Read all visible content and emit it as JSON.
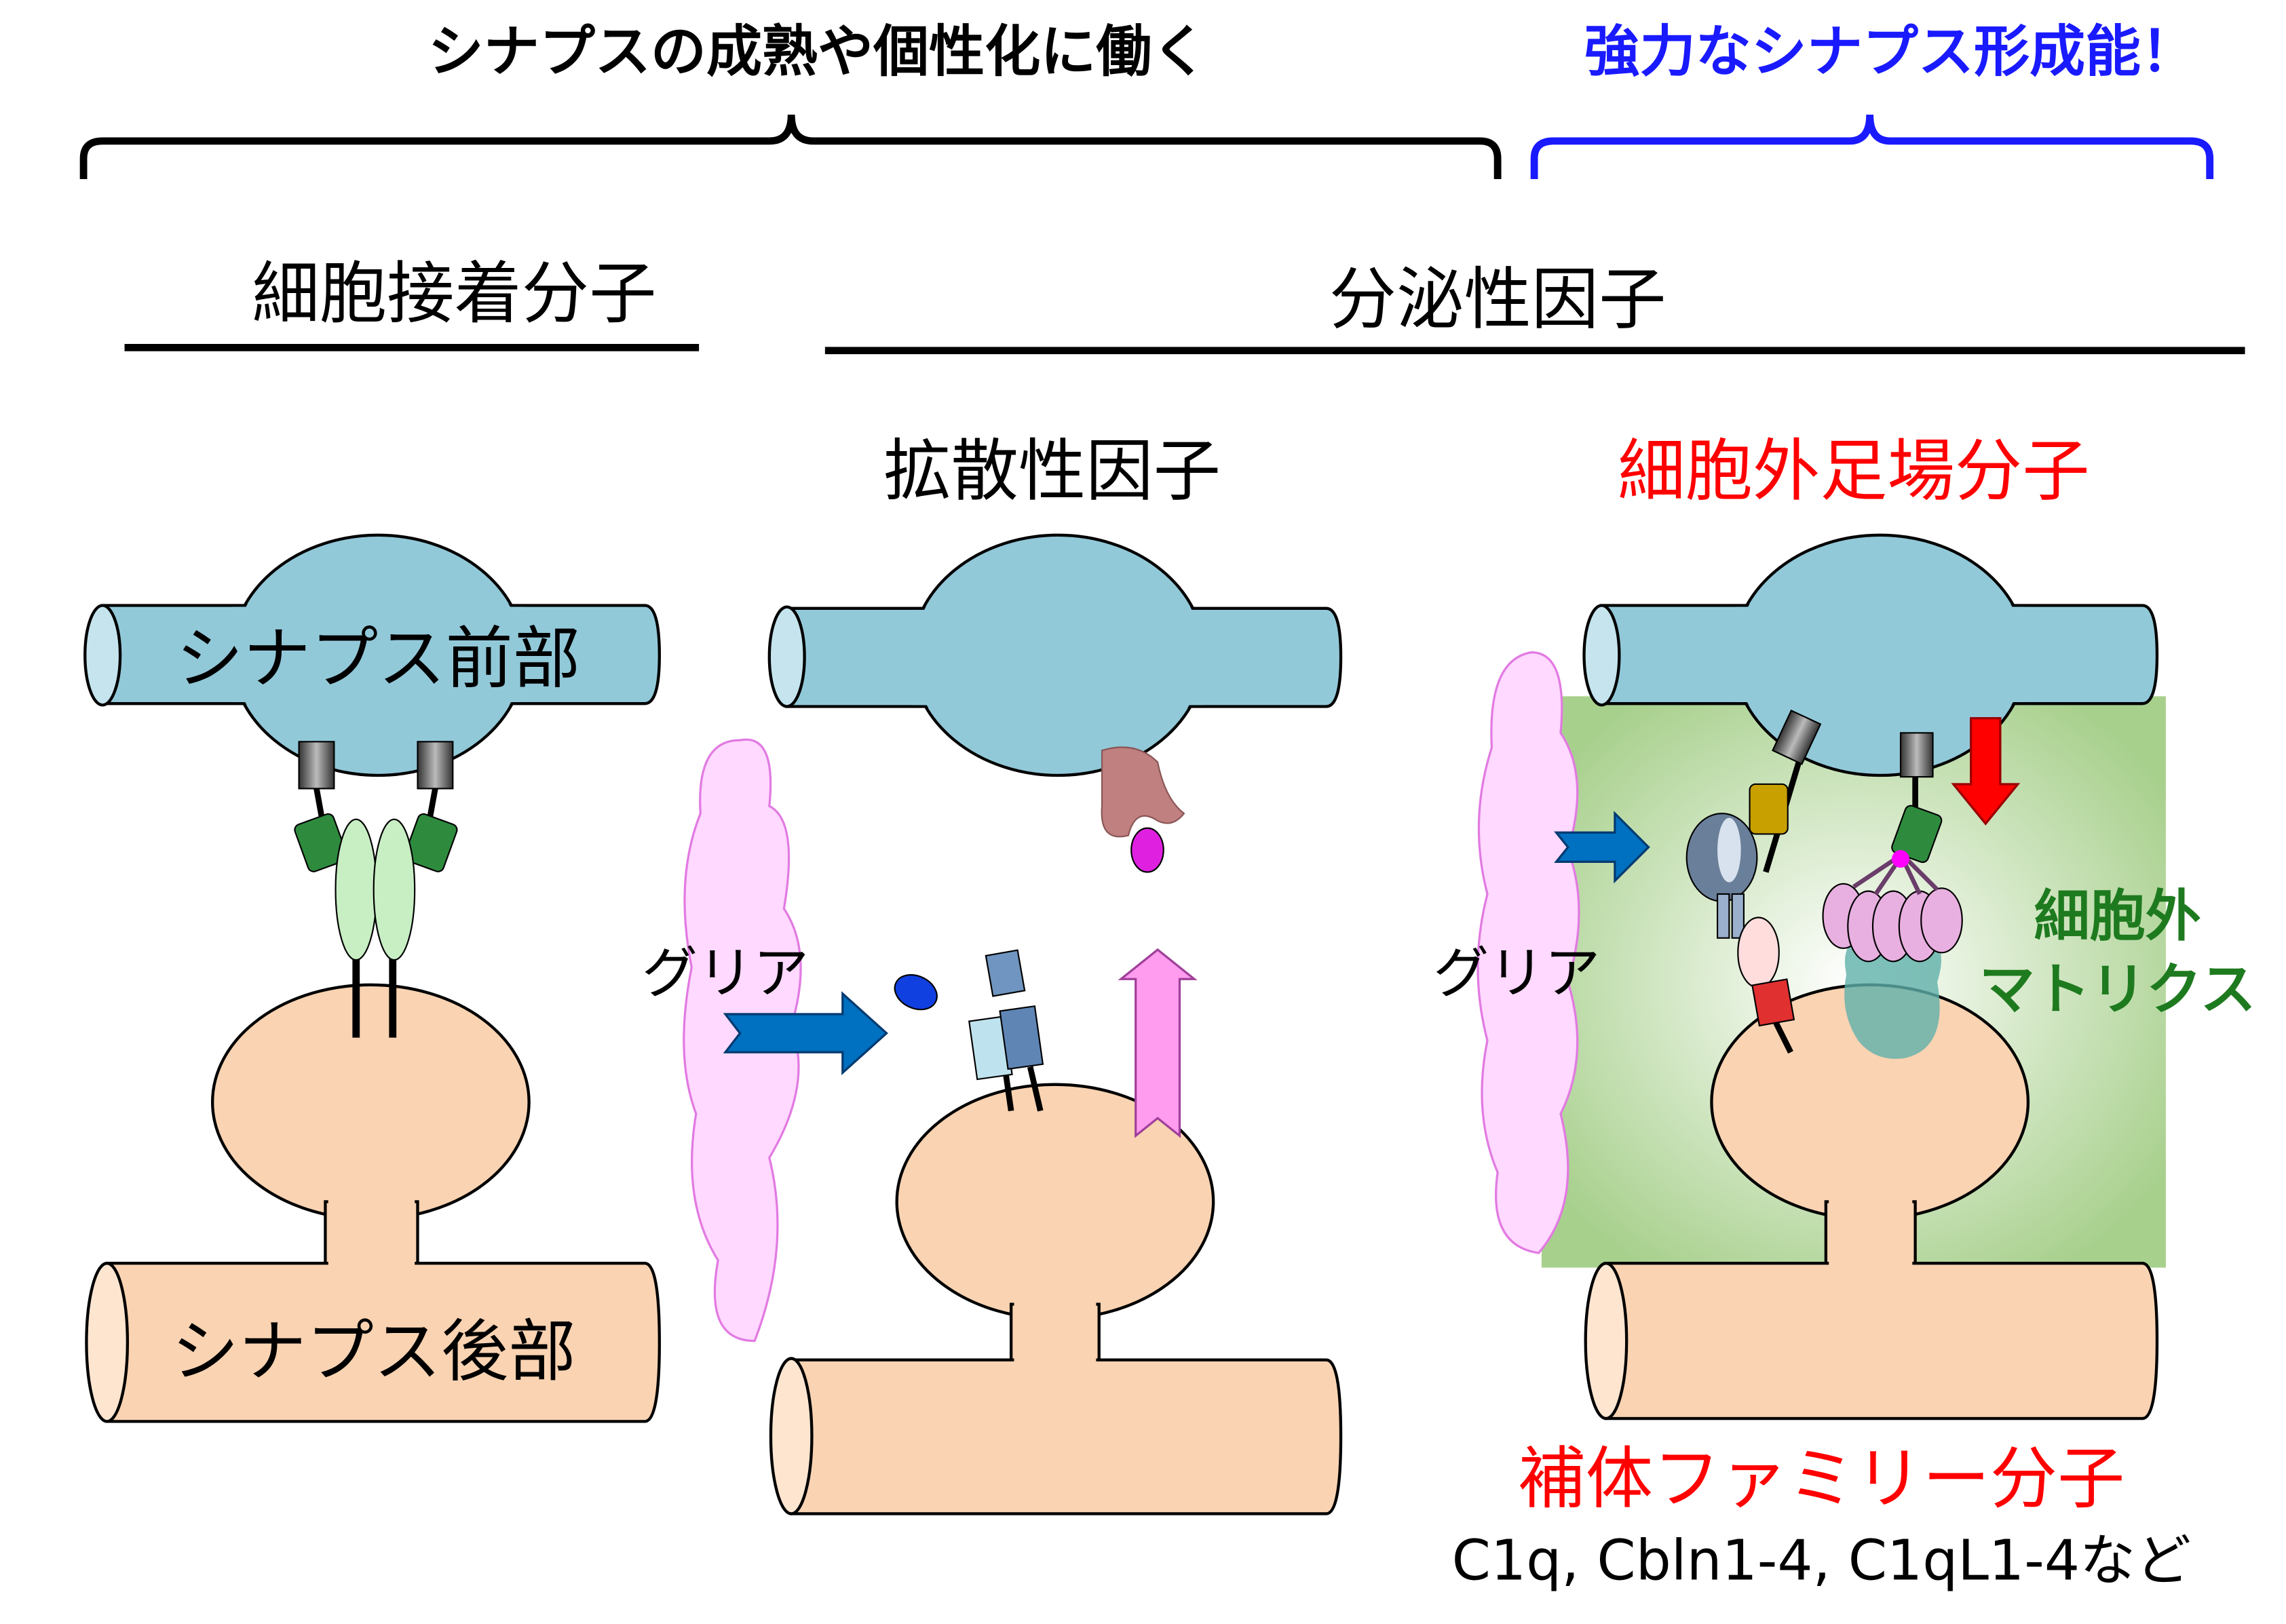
{
  "header": {
    "left_title": "シナプスの成熟や個性化に働く",
    "right_title": "強力なシナプス形成能！"
  },
  "categories": {
    "adhesion": "細胞接着分子",
    "secreted": "分泌性因子",
    "diffusible": "拡散性因子",
    "scaffold": "細胞外足場分子"
  },
  "labels": {
    "presynaptic": "シナプス前部",
    "postsynaptic": "シナプス後部",
    "glia": "グリア",
    "ecm_line1": "細胞外",
    "ecm_line2": "マトリクス",
    "complement_family": "補体ファミリー分子",
    "examples": "C1q, Cbln1-4, C1qL1-4など"
  },
  "colors": {
    "pre": "#92c9d9",
    "post": "#f9d3b2",
    "blue_accent": "#1a1aff",
    "red_accent": "#ff0000",
    "ecm_green": "#1e7a1e",
    "glia": "#ffd9ff"
  }
}
